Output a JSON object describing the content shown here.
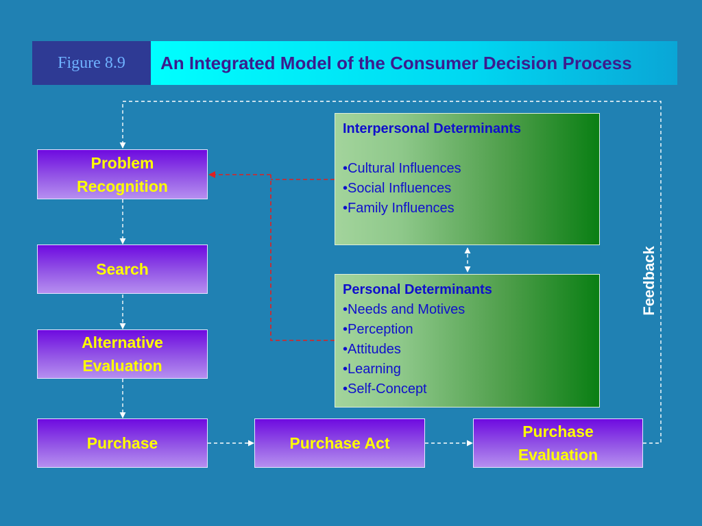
{
  "header": {
    "figure_label": "Figure 8.9",
    "title": "An Integrated Model of the Consumer Decision Process"
  },
  "steps": {
    "problem_recognition": "Problem Recognition",
    "search": "Search",
    "alternative_evaluation": "Alternative Evaluation",
    "purchase": "Purchase",
    "purchase_act": "Purchase Act",
    "purchase_evaluation": "Purchase Evaluation"
  },
  "interpersonal": {
    "heading": "Interpersonal Determinants",
    "items": [
      "•Cultural Influences",
      "•Social Influences",
      "•Family Influences"
    ]
  },
  "personal": {
    "heading": "Personal Determinants",
    "items": [
      "•Needs and Motives",
      "•Perception",
      "•Attitudes",
      "•Learning",
      "•Self-Concept"
    ]
  },
  "feedback_label": "Feedback",
  "colors": {
    "background": "#2081b3",
    "step_text": "#ffff00",
    "determinant_text": "#0f0fcc",
    "influence_arrow": "#e02020",
    "flow_arrow": "#ffffff"
  }
}
